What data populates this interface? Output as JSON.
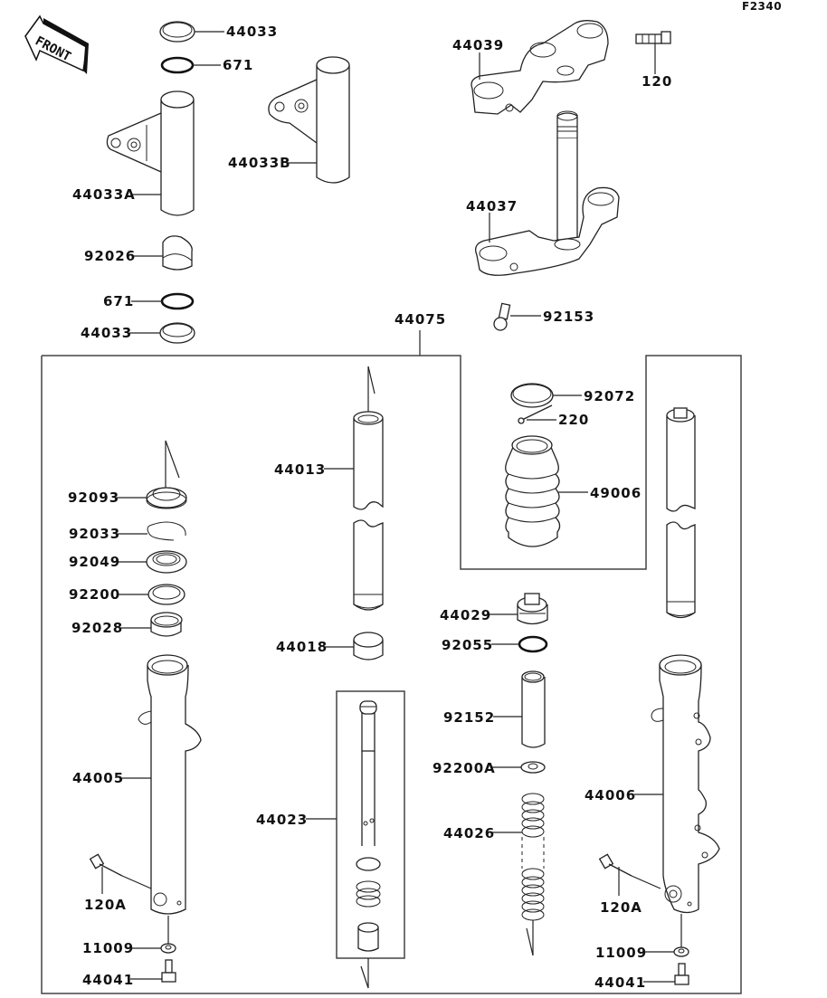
{
  "diagram": {
    "figure_code": "F2340",
    "front_indicator": "FRONT",
    "assembly_label": "44075",
    "parts": {
      "p44033_top": "44033",
      "p671_top": "671",
      "p44033A": "44033A",
      "p44033B": "44033B",
      "p92026": "92026",
      "p671_bottom": "671",
      "p44033_bottom": "44033",
      "p44039": "44039",
      "p120": "120",
      "p44037": "44037",
      "p92153": "92153",
      "p92072": "92072",
      "p220": "220",
      "p49006": "49006",
      "p44013": "44013",
      "p44018": "44018",
      "p92093": "92093",
      "p92033": "92033",
      "p92049": "92049",
      "p92200": "92200",
      "p92028": "92028",
      "p44029": "44029",
      "p92055": "92055",
      "p92152": "92152",
      "p92200A": "92200A",
      "p44026": "44026",
      "p44005": "44005",
      "p44023": "44023",
      "p44006": "44006",
      "p120A_left": "120A",
      "p120A_right": "120A",
      "p11009_left": "11009",
      "p11009_right": "11009",
      "p44041_left": "44041",
      "p44041_right": "44041"
    }
  }
}
